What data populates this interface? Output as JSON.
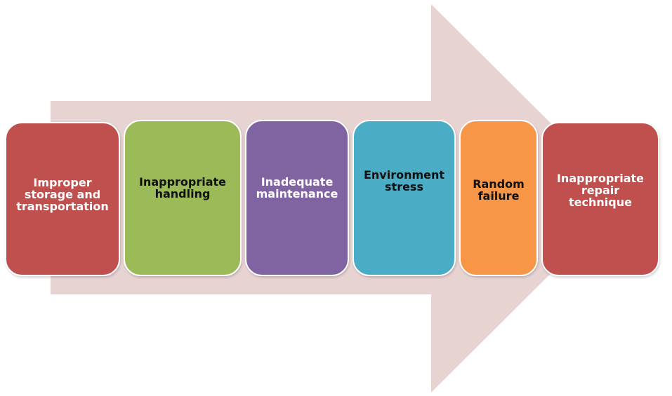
{
  "colors": {
    "arrow": "#e8d3d3",
    "text_light": "#ffffff",
    "text_dark": "#111111"
  },
  "steps": [
    {
      "label": "Improper storage and transportation",
      "color": "#c0504d",
      "text_color": "#ffffff"
    },
    {
      "label": "Inappropriate handling",
      "color": "#9bbb59",
      "text_color": "#111111"
    },
    {
      "label": "Inadequate maintenance",
      "color": "#8064a2",
      "text_color": "#ffffff"
    },
    {
      "label": "Environment stress",
      "color": "#4bacc6",
      "text_color": "#111111"
    },
    {
      "label": "Random failure",
      "color": "#f79646",
      "text_color": "#111111"
    },
    {
      "label": "Inappropriate repair technique",
      "color": "#c0504d",
      "text_color": "#ffffff"
    }
  ]
}
